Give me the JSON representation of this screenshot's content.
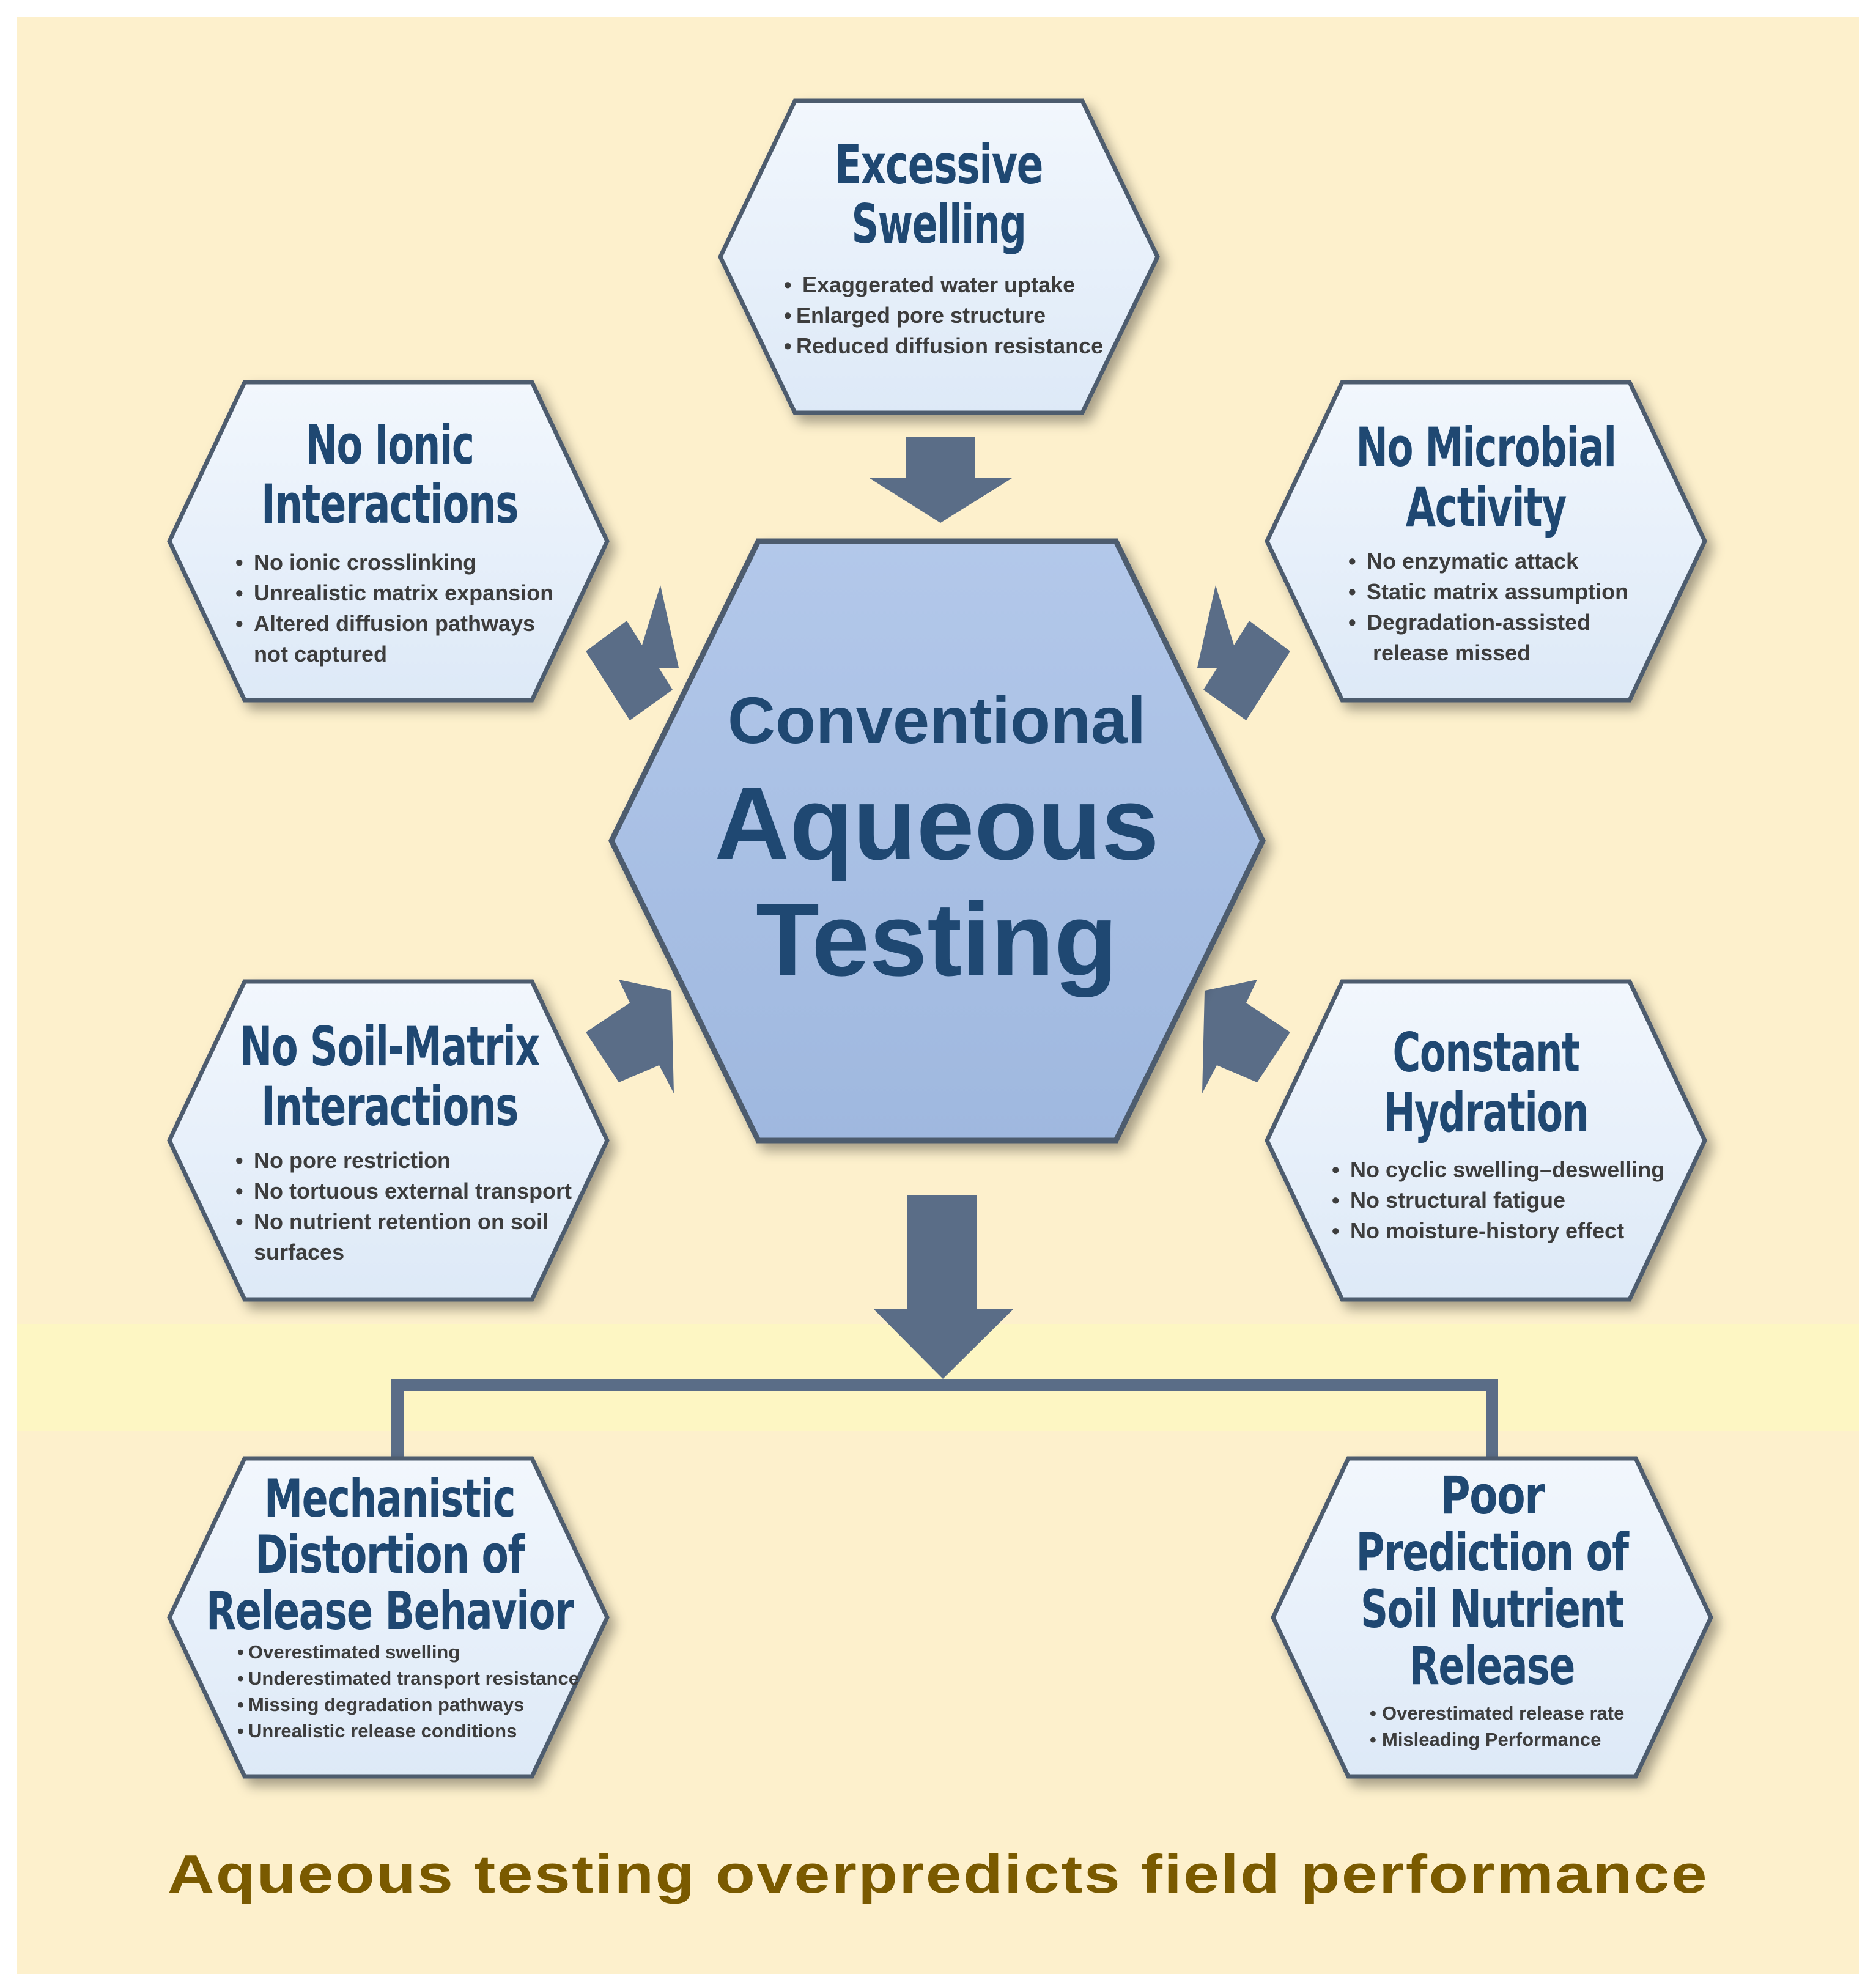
{
  "colors": {
    "background": "#fdf0cc",
    "band": "#fdf6c3",
    "center_fill": "#a9c0e4",
    "hex_fill": "#e6f0fa",
    "hex_stroke": "#4e5c6e",
    "arrow": "#5a6d87",
    "title": "#1f4872",
    "bullet": "#3d3d3d",
    "footer": "#7a5a00"
  },
  "center": {
    "line1": "Conventional",
    "line2": "Aqueous",
    "line3": "Testing"
  },
  "hexes": {
    "swelling": {
      "title": [
        "Excessive",
        "Swelling"
      ],
      "bullets": [
        "Exaggerated water uptake",
        "Enlarged pore structure",
        "Reduced diffusion resistance"
      ]
    },
    "ionic": {
      "title": [
        "No Ionic",
        "Interactions"
      ],
      "bullets": [
        "No ionic crosslinking",
        "Unrealistic matrix expansion",
        "Altered diffusion pathways"
      ],
      "bullet_cont": "not captured"
    },
    "microbial": {
      "title": [
        "No Microbial",
        "Activity"
      ],
      "bullets": [
        "No enzymatic attack",
        "Static matrix assumption",
        "Degradation-assisted"
      ],
      "bullet_cont": "release missed"
    },
    "soil": {
      "title": [
        "No Soil-Matrix",
        "Interactions"
      ],
      "bullets": [
        "No pore restriction",
        "No tortuous external transport",
        "No nutrient retention on soil"
      ],
      "bullet_cont": "surfaces"
    },
    "hydration": {
      "title": [
        "Constant",
        "Hydration"
      ],
      "bullets": [
        "No cyclic swelling–deswelling",
        "No structural fatigue",
        "No moisture-history effect"
      ]
    },
    "mechanistic": {
      "title": [
        "Mechanistic",
        "Distortion of",
        "Release Behavior"
      ],
      "bullets": [
        "Overestimated swelling",
        "Underestimated transport resistance",
        "Missing degradation pathways",
        "Unrealistic release conditions"
      ]
    },
    "prediction": {
      "title": [
        "Poor",
        "Prediction of",
        "Soil Nutrient",
        "Release"
      ],
      "bullets": [
        "Overestimated release rate",
        "Misleading Performance"
      ]
    }
  },
  "footer": "Aqueous testing overpredicts field performance"
}
